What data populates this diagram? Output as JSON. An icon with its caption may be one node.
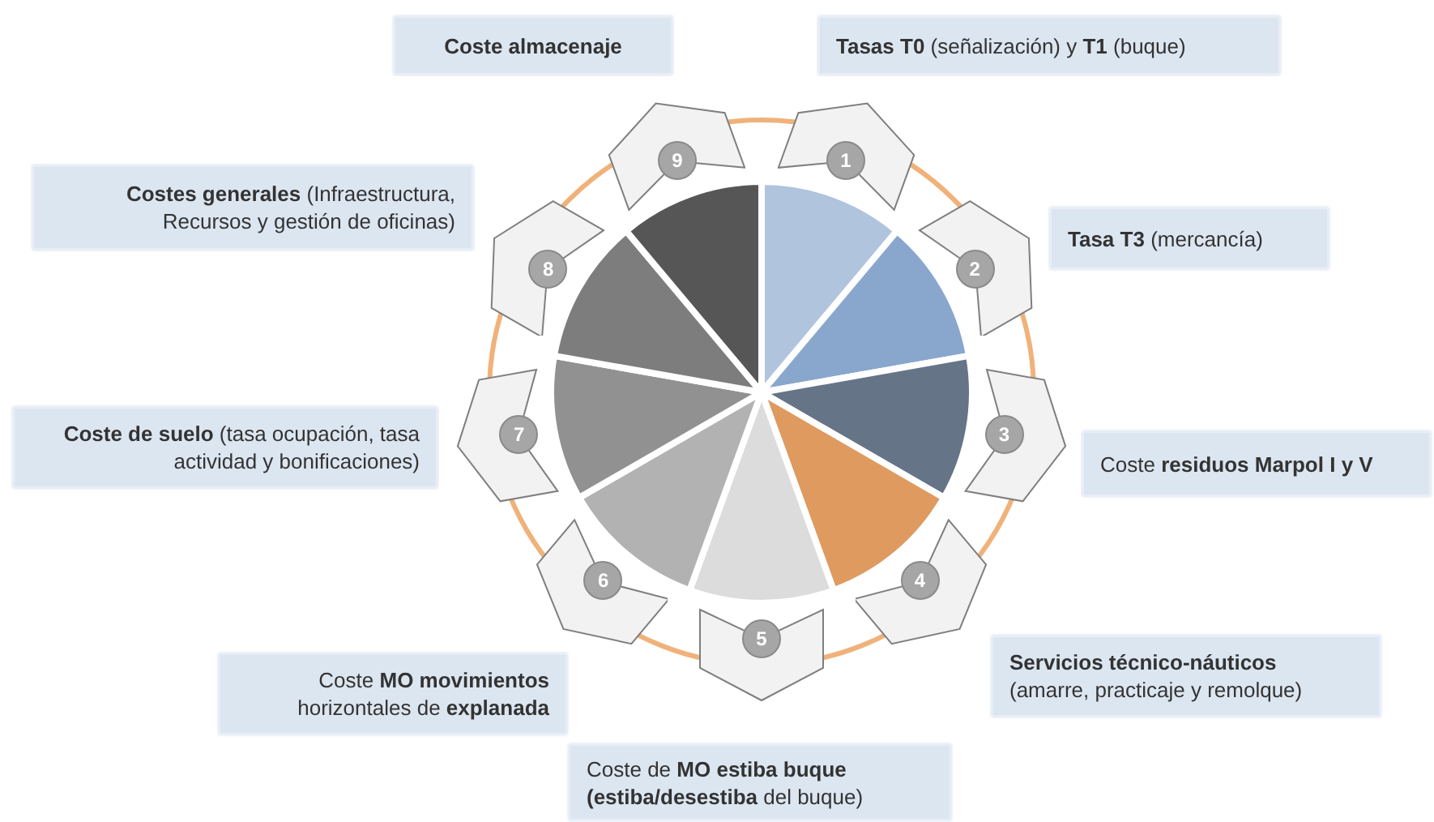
{
  "diagram": {
    "nodes": [
      {
        "text": [
          "**Tasas T0** (señalización) y **T1** (buque)"
        ]
      },
      {
        "text": [
          "**Tasa T3** (mercancía)"
        ]
      },
      {
        "text": [
          "Coste **residuos Marpol I y V**"
        ]
      },
      {
        "text": [
          "Servicios técnico-náuticos",
          "(amarre, practicaje y remolque)"
        ]
      },
      {
        "text": [
          "Coste de **MO estiba buque (estiba/desestiba** del buque)"
        ]
      },
      {
        "text": [
          "Coste **MO movimientos** horizontales de **explanada**"
        ]
      },
      {
        "text": [
          "**Coste de suelo** (tasa ocupación, tasa actividad y bonificaciones)"
        ]
      },
      {
        "text": [
          "**Costes generales** (Infraestructura, Recursos y gestión de oficinas)"
        ]
      },
      {
        "text": [
          "Coste almacenaje"
        ]
      },
      {
        "text": [
          "1"
        ]
      },
      {
        "text": [
          "2"
        ]
      },
      {
        "text": [
          "3"
        ]
      },
      {
        "text": [
          "4"
        ]
      },
      {
        "text": [
          "5"
        ]
      },
      {
        "text": [
          "6"
        ]
      },
      {
        "text": [
          "7"
        ]
      },
      {
        "text": [
          "8"
        ]
      },
      {
        "text": [
          "9"
        ]
      }
    ]
  }
}
